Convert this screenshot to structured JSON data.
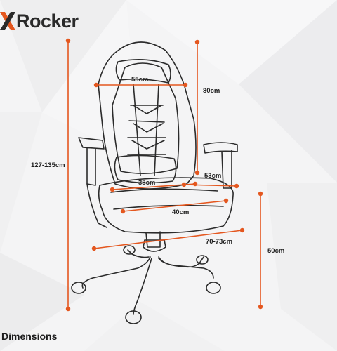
{
  "brand": {
    "mark": "X",
    "word": "Rocker",
    "accent_color": "#e4571f"
  },
  "dimensions": {
    "total_height": "127-135cm",
    "backrest_height": "80cm",
    "headrest_width": "55cm",
    "seat_depth_inner": "38cm",
    "seat_depth_outer": "53cm",
    "seat_width": "40cm",
    "base_width": "70-73cm",
    "seat_height": "50cm"
  },
  "footer": {
    "title": "Dimensions"
  },
  "colors": {
    "line": "#e4571f",
    "outline": "#2b2b2b",
    "background": "#f4f4f5"
  }
}
